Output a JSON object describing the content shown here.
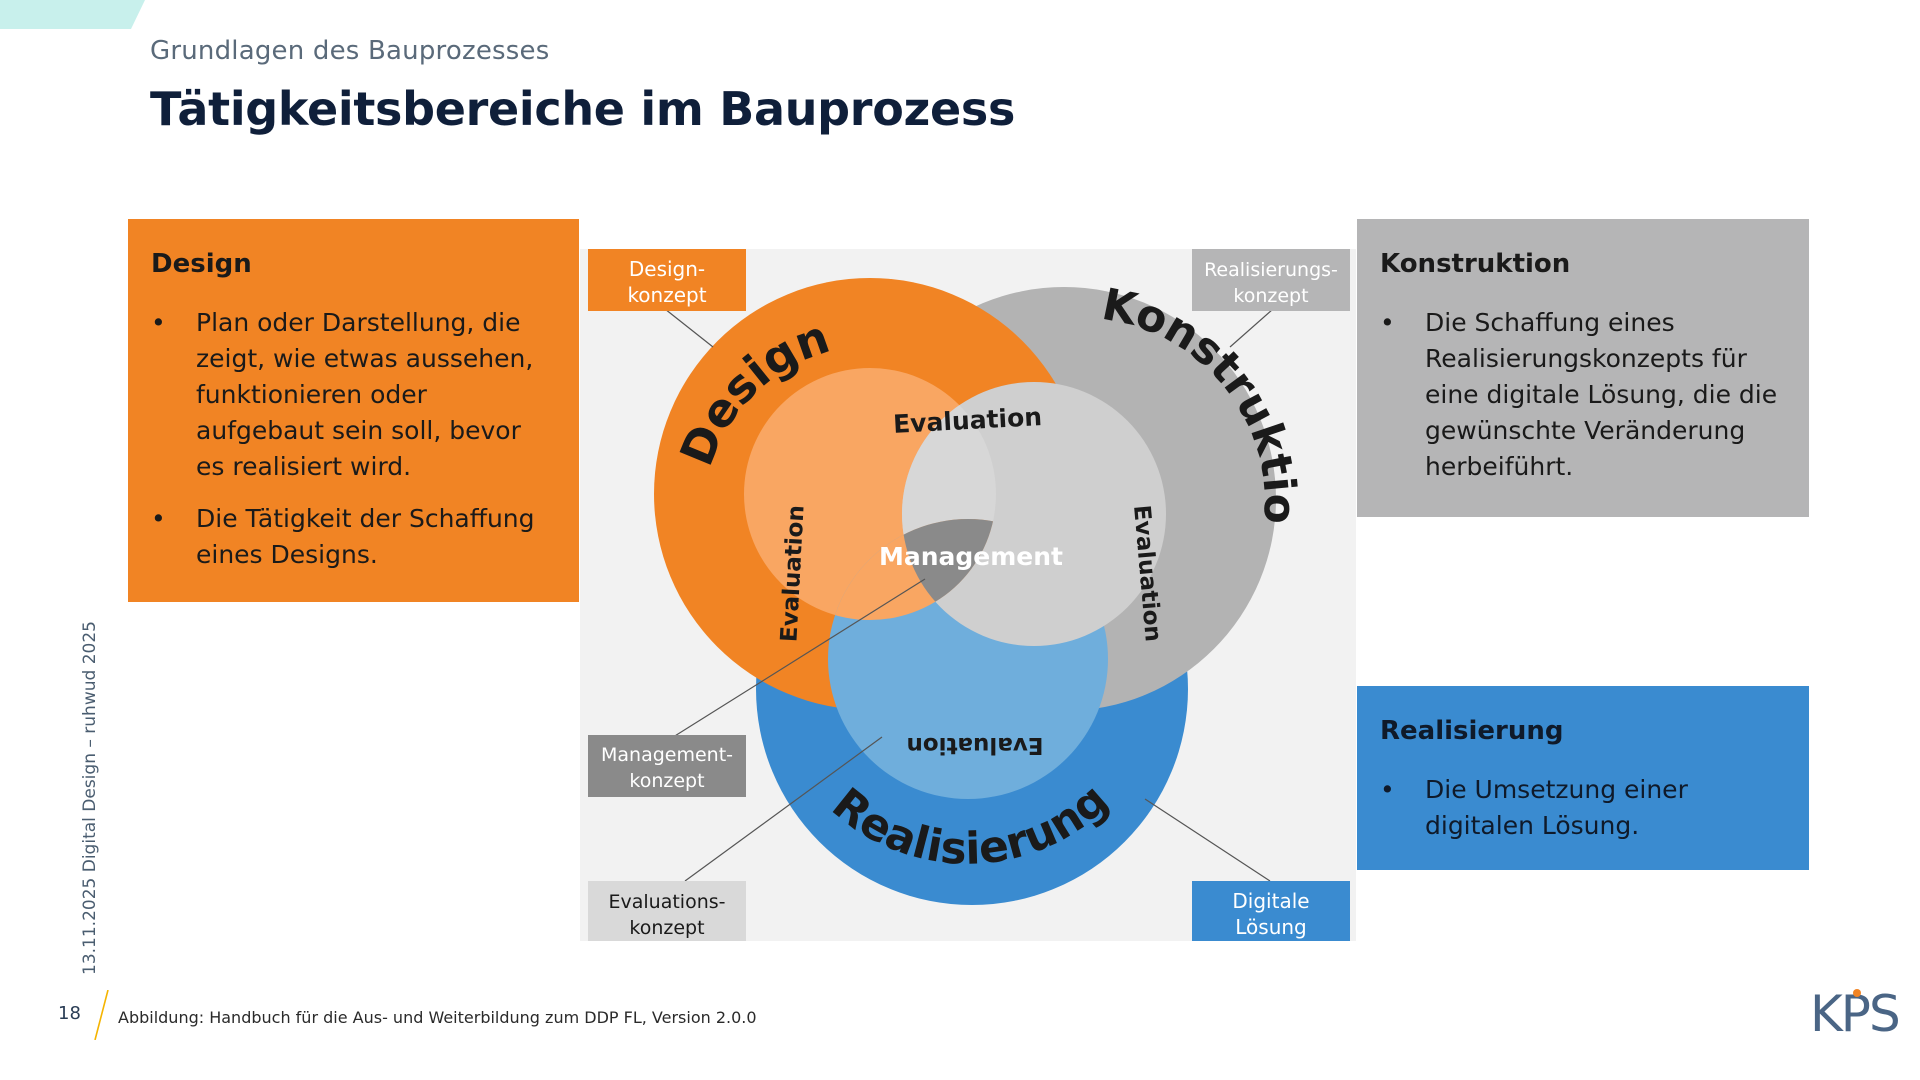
{
  "slide": {
    "subtitle": "Grundlagen des Bauprozesses",
    "title": "Tätigkeitsbereiche im Bauprozess"
  },
  "boxes": {
    "design": {
      "heading": "Design",
      "bullets": [
        "Plan oder Darstellung, die zeigt, wie etwas aussehen, funktionieren oder aufgebaut sein soll, bevor es realisiert wird.",
        "Die Tätigkeit der Schaffung eines Designs."
      ]
    },
    "konstruktion": {
      "heading": "Konstruktion",
      "bullets": [
        "Die Schaffung eines Realisierungskonzepts für eine digitale Lösung, die die gewünschte Veränderung herbeiführt."
      ]
    },
    "realisierung": {
      "heading": "Realisierung",
      "bullets": [
        "Die Umsetzung einer digitalen Lösung."
      ]
    }
  },
  "diagram": {
    "circle_labels": {
      "design": "Design",
      "konstruktion": "Konstruktion",
      "realisierung": "Realisierung"
    },
    "evaluation_label": "Evaluation",
    "center_label": "Management",
    "tags": {
      "design_konzept": [
        "Design-",
        "konzept"
      ],
      "realisierungs_konzept": [
        "Realisierungs-",
        "konzept"
      ],
      "management_konzept": [
        "Management-",
        "konzept"
      ],
      "evaluations_konzept": [
        "Evaluations-",
        "konzept"
      ],
      "digitale_loesung": [
        "Digitale",
        "Lösung"
      ]
    }
  },
  "footer": {
    "page_number": "18",
    "side_text": "13.11.2025   Digital Design – ruhwud 2025",
    "caption": "Abbildung: Handbuch für die Aus- und Weiterbildung zum DDP FL, Version 2.0.0",
    "logo_text": "KPS"
  },
  "colors": {
    "orange": "#f18424",
    "gray": "#b5b5b6",
    "blue": "#3a8bd0",
    "navy": "#0f1f3a",
    "accent_teal": "#c8f0ec"
  }
}
